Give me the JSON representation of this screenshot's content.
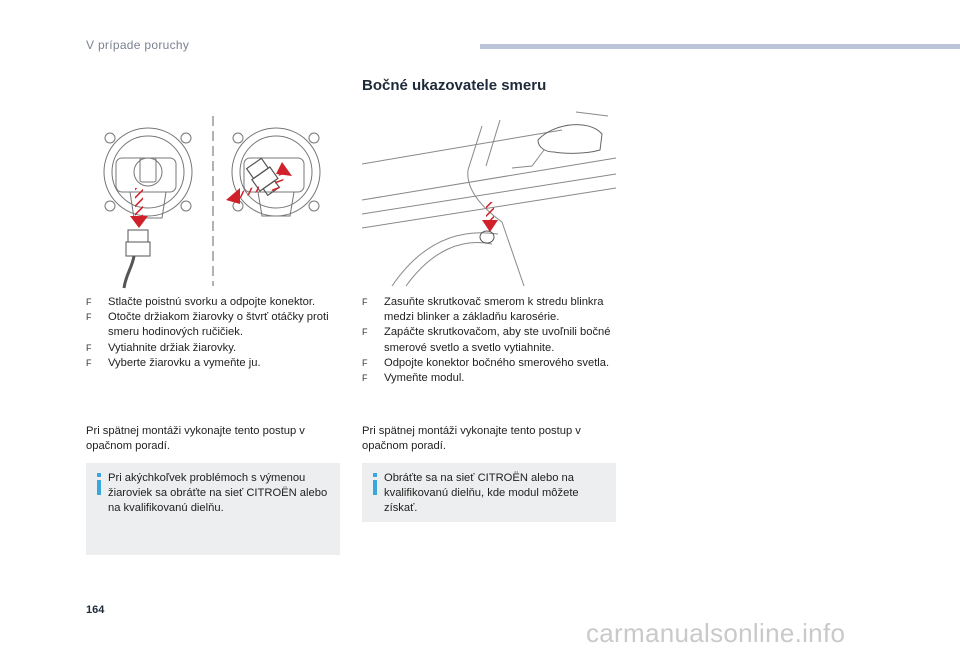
{
  "header": {
    "title": "V prípade poruchy",
    "accent": "#bcc4d9"
  },
  "section": {
    "title": "Bočné ukazovatele smeru"
  },
  "left": {
    "steps": [
      "Stlačte poistnú svorku a odpojte konektor.",
      "Otočte držiakom žiarovky o štvrť otáčky proti smeru hodinových ručičiek.",
      "Vytiahnite držiak žiarovky.",
      "Vyberte žiarovku a vymeňte ju."
    ],
    "reassembly": "Pri spätnej montáži vykonajte tento postup v opačnom poradí.",
    "info": "Pri akýchkoľvek problémoch s výmenou žiaroviek sa obráťte na sieť CITROËN alebo na kvalifikovanú dielňu."
  },
  "right": {
    "steps": [
      "Zasuňte skrutkovač smerom k stredu blinkra medzi blinker a základňu karosérie.",
      "Zapáčte skrutkovačom, aby ste uvoľnili bočné smerové svetlo a svetlo vytiahnite.",
      "Odpojte konektor bočného smerového svetla.",
      "Vymeňte modul."
    ],
    "reassembly": "Pri spätnej montáži vykonajte tento postup v opačnom poradí.",
    "info": "Obráťte sa na sieť CITROËN alebo na kvalifikovanú dielňu, kde modul môžete získať."
  },
  "bullet_symbol": "F",
  "page_number": "164",
  "watermark": "carmanualsonline.info",
  "colors": {
    "arrow": "#d0202a",
    "info_icon": "#39a6de",
    "title": "#1e2a3a",
    "info_bg": "#eceeef"
  }
}
